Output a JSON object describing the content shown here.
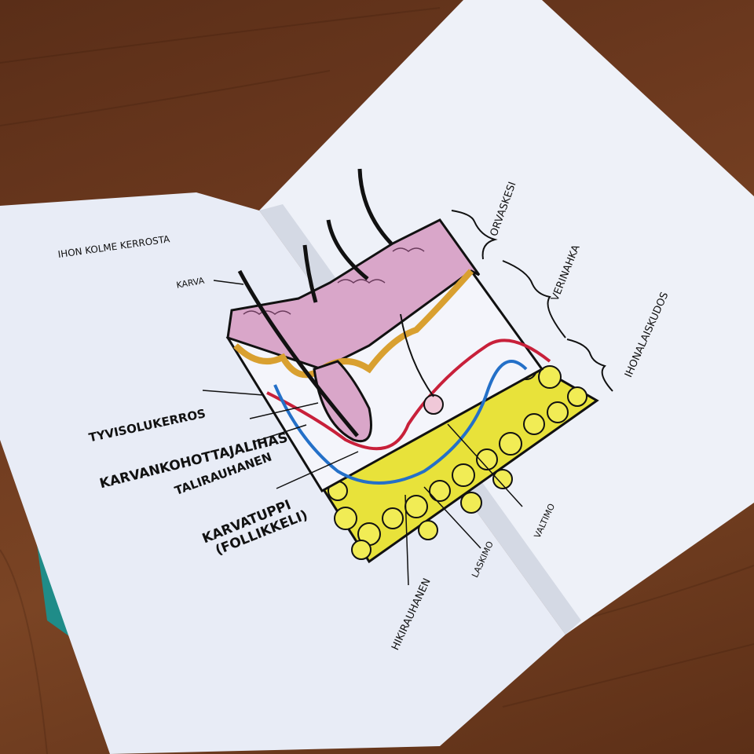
{
  "left_page": {
    "title": "IHON KOLME KERROSTA",
    "labels": {
      "karva": "KARVA",
      "tyvisolukerros": "TYVISOLUKERROS",
      "karvankohottajalihas": "KARVANKOHOTTAJALIHAS",
      "talirauhanen": "TALIRAUHANEN",
      "karvatuppi_line1": "KARVATUPPI",
      "karvatuppi_line2": "(FOLLIKKELI)"
    }
  },
  "right_page": {
    "labels": {
      "orvaskesi": "ORVASKESI",
      "verinahka": "VERINAHKA",
      "ihonalaiskudos": "IHONALAISKUDOS",
      "hikirauhanen": "HIKIRAUHANEN",
      "laskimo": "LASKIMO",
      "valtimo": "VALTIMO"
    }
  },
  "colors": {
    "page": "#e9edf7",
    "epidermis": "#d9a6c9",
    "fat": "#e8e23a",
    "artery": "#c8203a",
    "vein": "#2470c8",
    "gland_gold": "#d9a030"
  }
}
